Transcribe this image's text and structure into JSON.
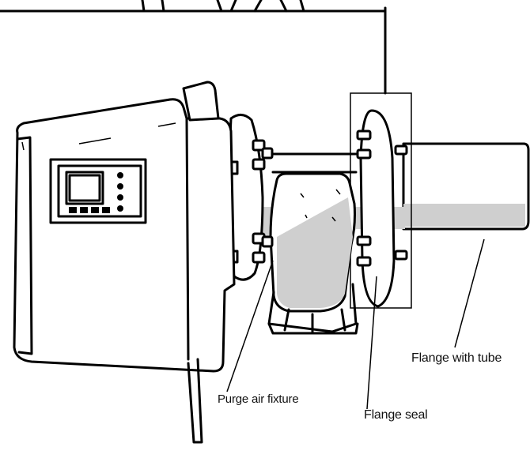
{
  "labels": {
    "purge_air_fixture": "Purge air fixture",
    "flange_seal": "Flange seal",
    "flange_with_tube": "Flange with tube"
  },
  "colors": {
    "line": "#000000",
    "shade": "#cfcfcf",
    "background": "#ffffff"
  }
}
